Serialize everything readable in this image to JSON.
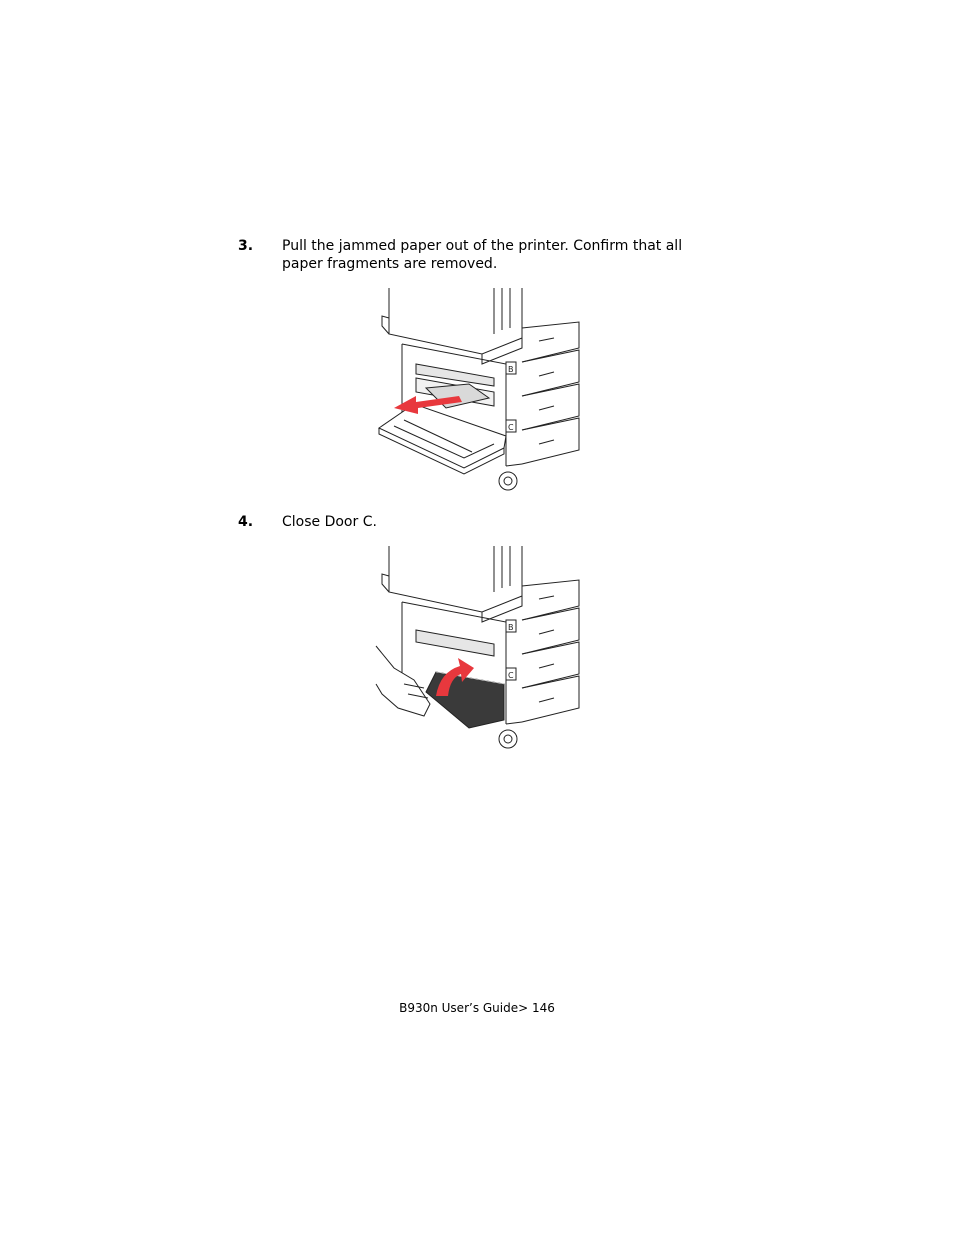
{
  "steps": [
    {
      "number": "3.",
      "text": "Pull the jammed paper out of the printer. Confirm that all paper fragments are removed.",
      "figure_icon": "printer-door-c-open-paper-removal-illustration"
    },
    {
      "number": "4.",
      "text": "Close Door C.",
      "figure_icon": "printer-door-c-closing-illustration"
    }
  ],
  "labels": {
    "b": "B",
    "c": "C"
  },
  "colors": {
    "arrow": "#e8383d",
    "line": "#222222",
    "face": "#ffffff",
    "shade": "#d9d9d9"
  },
  "footer": "B930n User’s Guide> 146"
}
